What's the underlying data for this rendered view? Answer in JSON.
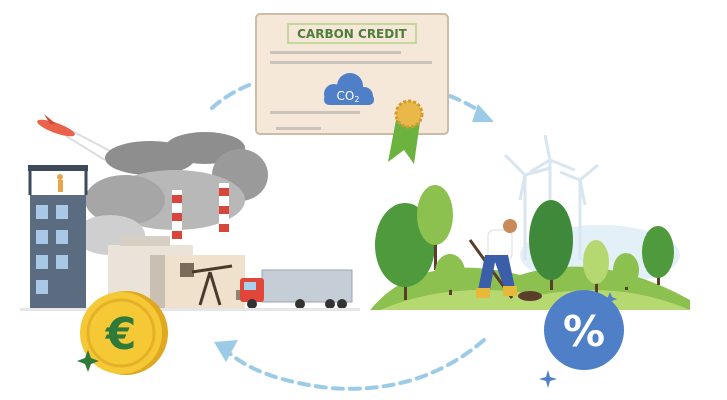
{
  "certificate": {
    "title": "CARBON CREDIT",
    "co2_main": "CO",
    "co2_sub": "2"
  },
  "coin": {
    "symbol": "€"
  },
  "percent_badge": {
    "symbol": "%"
  },
  "colors": {
    "paper": "#f5e8d8",
    "paper_border": "#cdbba6",
    "title_green": "#4e7d3c",
    "title_border": "#b5d08a",
    "cloud_blue": "#4f7fc6",
    "coin_gold": "#f2c12e",
    "coin_green": "#2f7a3a",
    "arrow_blue": "#9ccbe8",
    "grass": "#8cc150",
    "tree_dark": "#3f8a3a",
    "smoke": "#8a8a8a"
  }
}
